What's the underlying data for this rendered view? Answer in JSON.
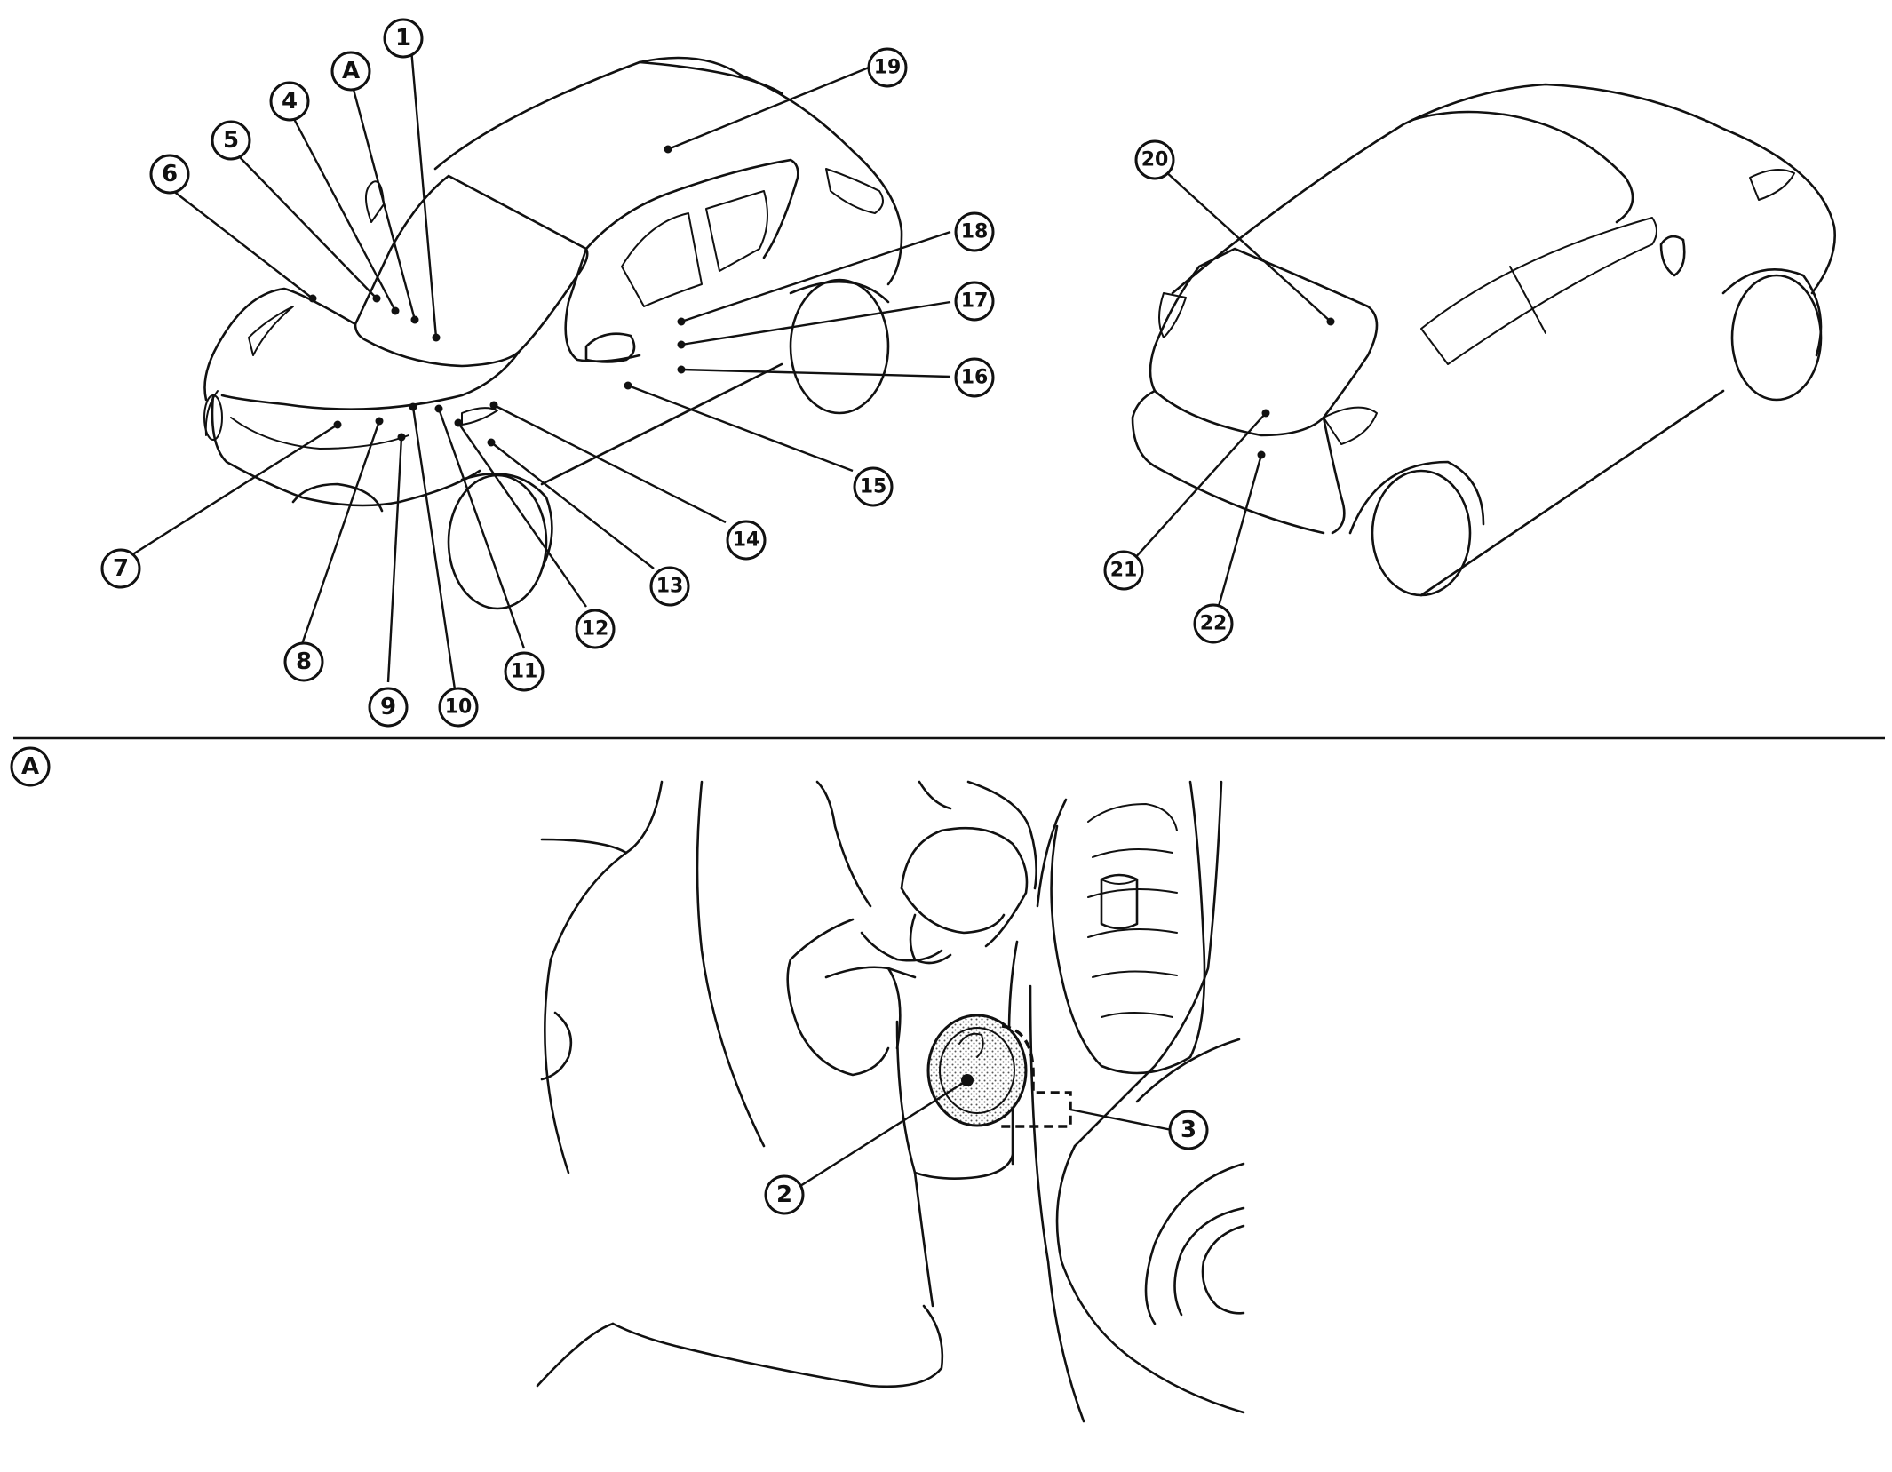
{
  "top_front_callouts": [
    "1",
    "A",
    "4",
    "5",
    "6",
    "7",
    "8",
    "9",
    "10",
    "11",
    "12",
    "13",
    "14",
    "15",
    "16",
    "17",
    "18",
    "19"
  ],
  "top_rear_callouts": [
    "20",
    "21",
    "22"
  ],
  "detail": {
    "section_label": "A",
    "callouts": [
      "2",
      "3"
    ]
  }
}
